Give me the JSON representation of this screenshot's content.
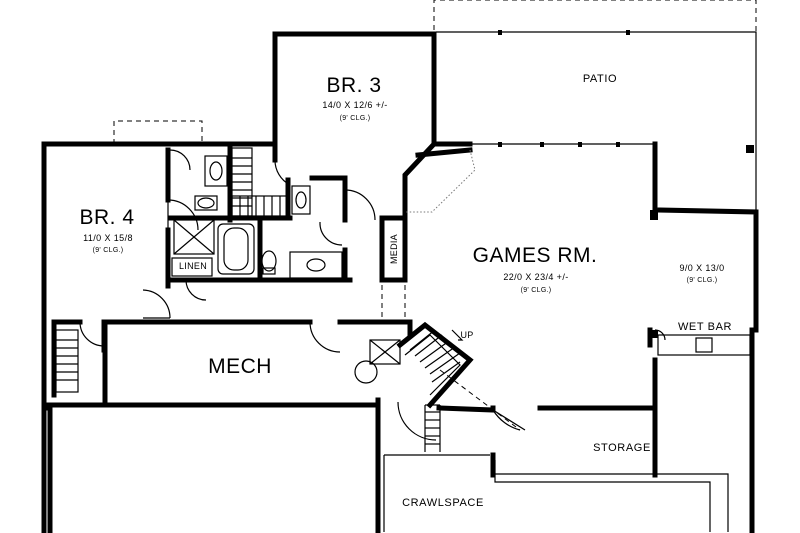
{
  "rooms": {
    "patio": {
      "name": "PATIO"
    },
    "br3": {
      "name": "BR. 3",
      "dims": "14/0 X 12/6 +/-",
      "ceiling": "(9' CLG.)"
    },
    "br4": {
      "name": "BR. 4",
      "dims": "11/0 X 15/8",
      "ceiling": "(9' CLG.)"
    },
    "games": {
      "name": "GAMES RM.",
      "dims": "22/0 X 23/4 +/-",
      "ceiling": "(9' CLG.)"
    },
    "side": {
      "dims": "9/0 X 13/0",
      "ceiling": "(9' CLG.)"
    },
    "wetbar": {
      "name": "WET BAR"
    },
    "mech": {
      "name": "MECH"
    },
    "storage": {
      "name": "STORAGE"
    },
    "crawl": {
      "name": "CRAWLSPACE"
    },
    "linen": {
      "name": "LINEN"
    },
    "media": {
      "name": "MEDIA"
    },
    "stair": {
      "label": "UP"
    }
  }
}
